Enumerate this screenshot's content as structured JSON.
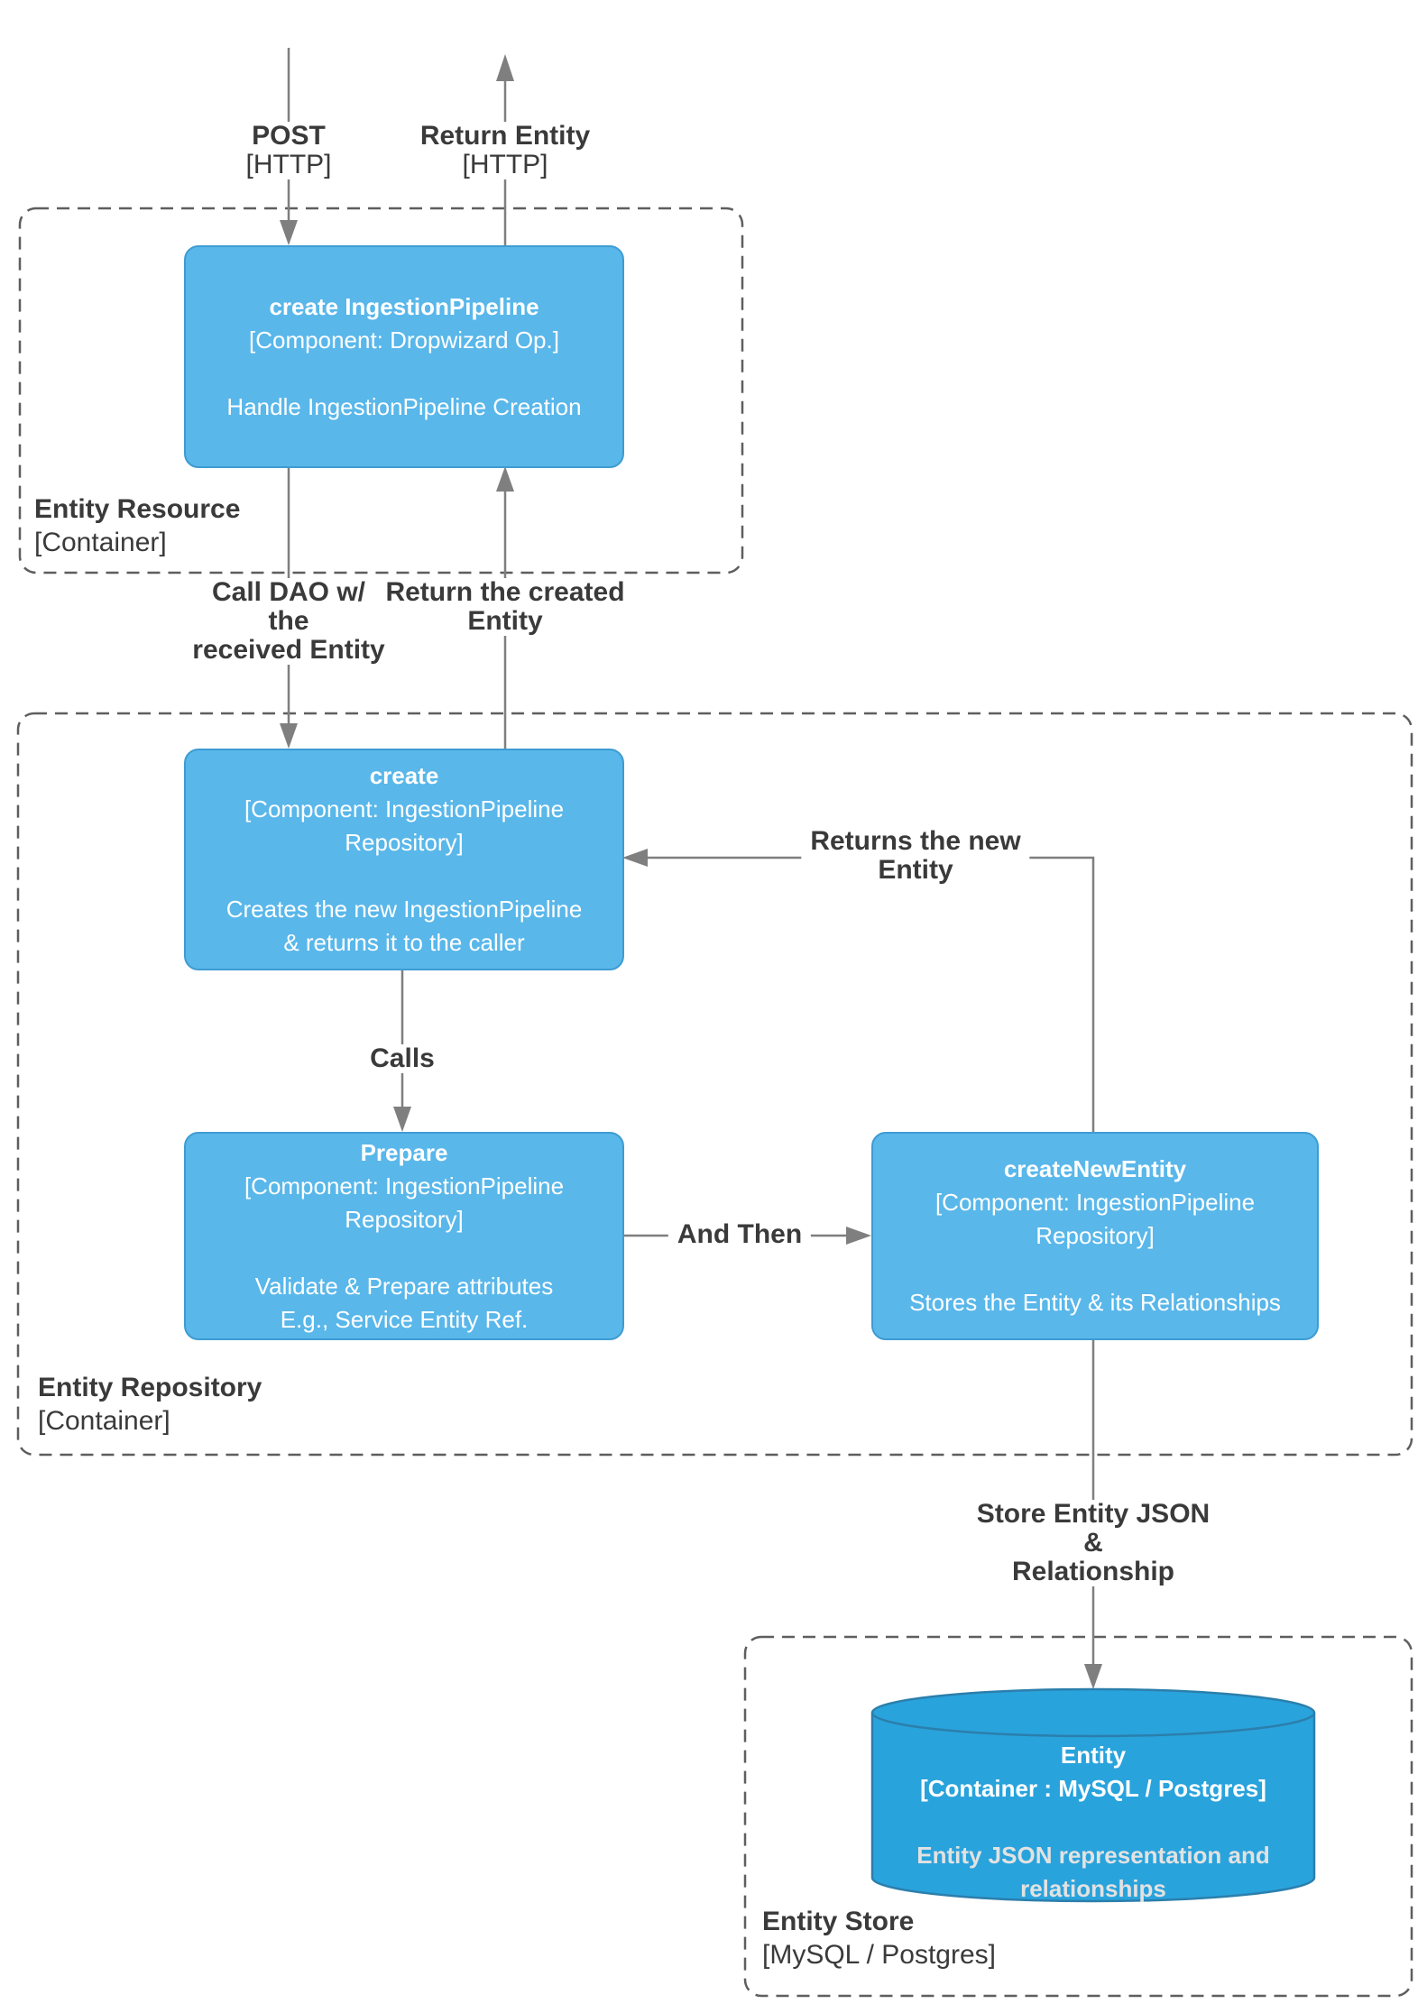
{
  "colors": {
    "node_fill": "#59B7EA",
    "node_border": "#3D9CD3",
    "db_fill": "#29A3DC",
    "db_border": "#2B7FAC",
    "line": "#7F7F7F",
    "container_border": "#5E5E5E",
    "label_text": "#3A3A3A",
    "node_text": "#FFFFFF",
    "db_desc_text": "#E2E2E2",
    "background": "#FFFFFF"
  },
  "containers": {
    "entity_resource": {
      "title": "Entity Resource",
      "subtitle": "[Container]"
    },
    "entity_repository": {
      "title": "Entity Repository",
      "subtitle": "[Container]"
    },
    "entity_store": {
      "title": "Entity Store",
      "subtitle": "[MySQL / Postgres]"
    }
  },
  "nodes": {
    "create_ingestion_pipeline": {
      "title": "create IngestionPipeline",
      "meta_lines": [
        "[Component: Dropwizard Op.]"
      ],
      "desc_lines": [
        "Handle IngestionPipeline Creation"
      ]
    },
    "create": {
      "title": "create",
      "meta_lines": [
        "[Component: IngestionPipeline",
        "Repository]"
      ],
      "desc_lines": [
        "Creates the new IngestionPipeline",
        "& returns it to the caller"
      ]
    },
    "prepare": {
      "title": "Prepare",
      "meta_lines": [
        "[Component: IngestionPipeline",
        "Repository]"
      ],
      "desc_lines": [
        "Validate & Prepare attributes",
        "E.g., Service Entity Ref."
      ]
    },
    "create_new_entity": {
      "title": "createNewEntity",
      "meta_lines": [
        "[Component: IngestionPipeline",
        "Repository]"
      ],
      "desc_lines": [
        "Stores the Entity & its Relationships"
      ]
    },
    "entity_db": {
      "title": "Entity",
      "meta_lines": [
        "[Container : MySQL / Postgres]"
      ],
      "desc_lines": [
        "Entity JSON representation and",
        "relationships"
      ]
    }
  },
  "edges": {
    "post": {
      "lines": [
        "POST",
        "[HTTP]"
      ]
    },
    "return_entity": {
      "lines": [
        "Return Entity",
        "[HTTP]"
      ]
    },
    "call_dao": {
      "lines": [
        "Call DAO w/",
        "the",
        "received Entity"
      ]
    },
    "return_created": {
      "lines": [
        "Return the created",
        "Entity"
      ]
    },
    "calls": {
      "lines": [
        "Calls"
      ]
    },
    "and_then": {
      "lines": [
        "And Then"
      ]
    },
    "returns_new": {
      "lines": [
        "Returns the new",
        "Entity"
      ]
    },
    "store_json": {
      "lines": [
        "Store Entity JSON",
        "&",
        "Relationship"
      ]
    }
  }
}
